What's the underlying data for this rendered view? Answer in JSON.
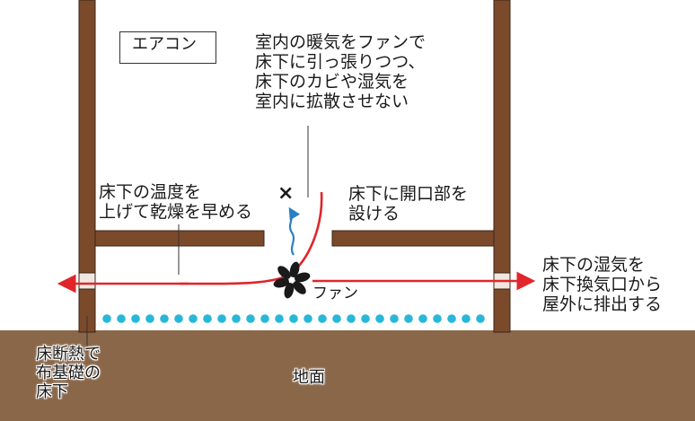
{
  "labels": {
    "aircon": "エアコン",
    "fan_note": "室内の暖気をファンで\n床下に引っ張りつつ、\n床下のカビや湿気を\n室内に拡散させない",
    "warm_floor": "床下の温度を\n上げて乾燥を早める",
    "opening": "床下に開口部を\n設ける",
    "exhaust": "床下の湿気を\n床下換気口から\n屋外に排出する",
    "fan": "ファン",
    "insulation": "床断熱で\n布基礎の\n床下",
    "ground": "地面"
  },
  "marks": {
    "cross": "×"
  },
  "icons": {
    "fan": "fan-icon",
    "cross": "cross-mark-icon"
  },
  "colors": {
    "wood": "#7b4a2a",
    "ground": "#8a6749",
    "red_arrow": "#e0262b",
    "blue_arrow": "#2a7fc3",
    "dots": "#28b7d9",
    "leader": "#333333"
  }
}
